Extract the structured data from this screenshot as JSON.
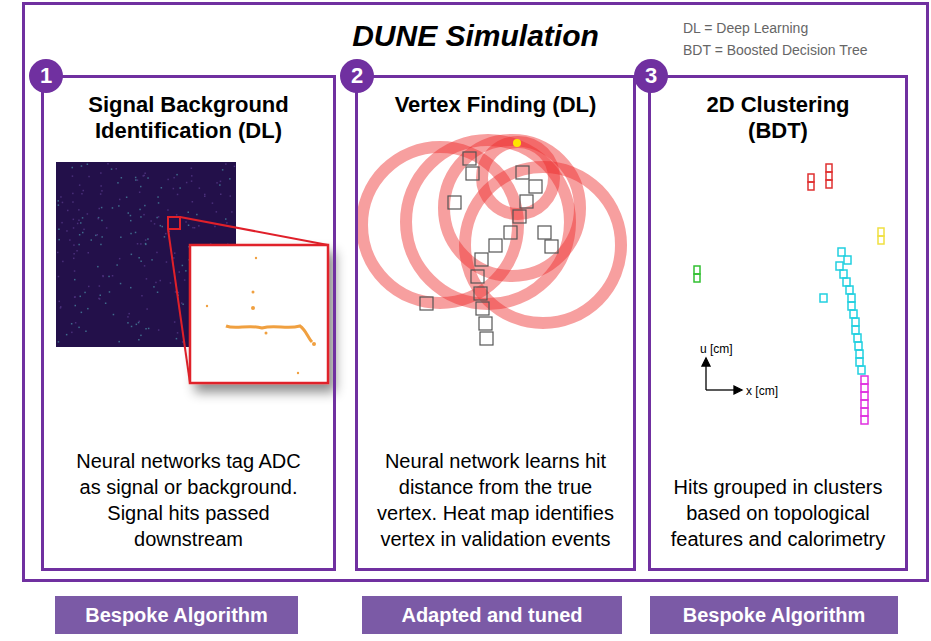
{
  "diagram": {
    "nodes": [
      {
        "text": [
          "DUNE Simulation"
        ]
      },
      {
        "text": [
          "Signal Background Identification (DL)",
          "Neural networks tag ADC as signal or background. Signal hits passed downstream"
        ],
        "in": 0
      },
      {
        "text": [
          "Vertex Finding (DL)",
          "Neural network learns hit distance from the true vertex. Heat map identifies vertex in validation events"
        ],
        "in": 0
      },
      {
        "text": [
          "2D Clustering (BDT)",
          "Hits grouped in clusters based on topological features and calorimetry"
        ],
        "in": 0
      },
      {
        "text": [
          "Bespoke Algorithm"
        ]
      },
      {
        "text": [
          "Adapted and tuned"
        ]
      },
      {
        "text": [
          "Bespoke Algorithm"
        ]
      }
    ],
    "labels": [
      "DL = Deep Learning",
      "BDT = Boosted Decision Tree",
      "1",
      "2",
      "3",
      "u [cm]",
      "x [cm]"
    ]
  }
}
